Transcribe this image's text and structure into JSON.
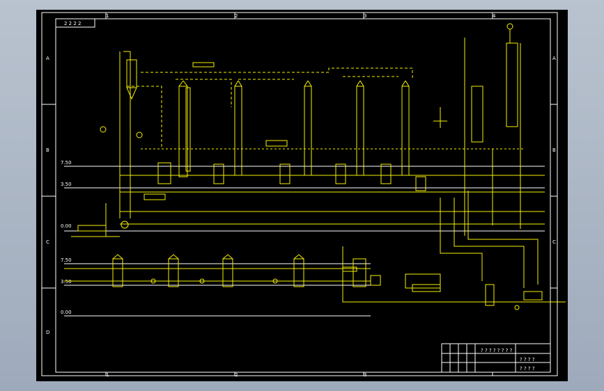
{
  "border_columns": [
    "1",
    "2",
    "3",
    "4"
  ],
  "border_rows": [
    "A",
    "B",
    "C",
    "D"
  ],
  "title_tag": "2 2 2 2",
  "title_block": {
    "drawing_name": "? ? ? ? ? ? ? ?",
    "code": "? ? ? ?",
    "code2": "? ? ? ?"
  },
  "levels": {
    "upper": [
      "7.50",
      "3.50",
      "0.00"
    ],
    "lower": [
      "7.50",
      "3.50",
      "0.00"
    ]
  },
  "colors": {
    "lines": "#f6f000",
    "frame": "#ffffff",
    "background": "#000000"
  }
}
